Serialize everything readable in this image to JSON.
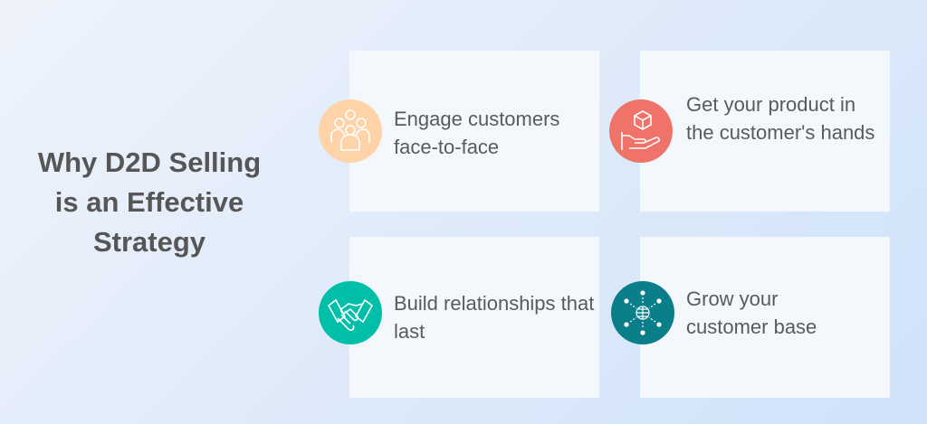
{
  "title": [
    "Why D2D Selling",
    "is an Effective",
    "Strategy"
  ],
  "items": [
    {
      "text": "Engage customers face-to-face",
      "icon": "people-group-icon",
      "color": "#FFD3A8"
    },
    {
      "text": "Get your product in the customer's hands",
      "icon": "hand-box-icon",
      "color": "#F0736A"
    },
    {
      "text": "Build relationships that last",
      "icon": "handshake-icon",
      "color": "#00BFA8"
    },
    {
      "text": "Grow your customer base",
      "icon": "network-globe-icon",
      "color": "#0A7F8A"
    }
  ]
}
